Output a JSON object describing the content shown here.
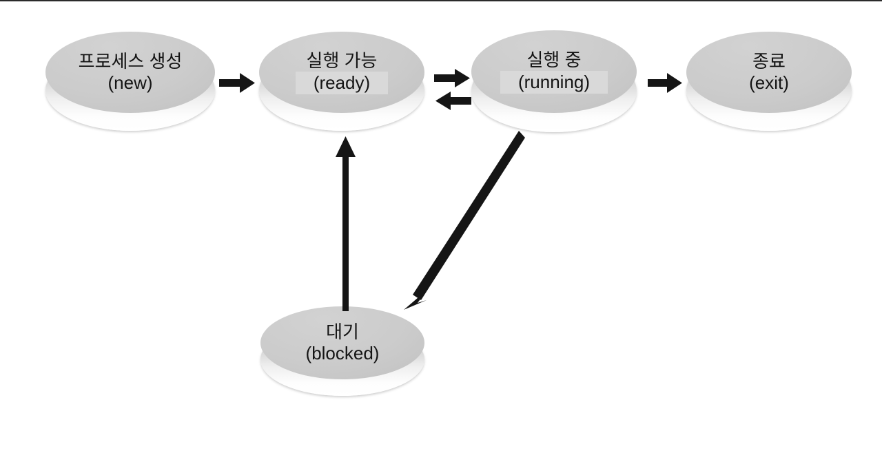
{
  "diagram": {
    "title": "Process state transition diagram",
    "background_color": "#ffffff",
    "node_fill_color": "#c8c8c8",
    "arrow_color": "#151515",
    "highlight_box_color": "#d9d9d9",
    "nodes": [
      {
        "id": "new",
        "name": "process-created",
        "label_ko": "프로세스 생성",
        "label_en": "(new)",
        "highlighted": false
      },
      {
        "id": "ready",
        "name": "ready",
        "label_ko": "실행 가능",
        "label_en": "(ready)",
        "highlighted": true
      },
      {
        "id": "running",
        "name": "running",
        "label_ko": "실행 중",
        "label_en": "(running)",
        "highlighted": true
      },
      {
        "id": "exit",
        "name": "exit",
        "label_ko": "종료",
        "label_en": "(exit)",
        "highlighted": false
      },
      {
        "id": "blocked",
        "name": "blocked",
        "label_ko": "대기",
        "label_en": "(blocked)",
        "highlighted": false
      }
    ],
    "edges": [
      {
        "id": "new-to-ready",
        "from": "new",
        "to": "ready",
        "direction": "right"
      },
      {
        "id": "ready-to-running",
        "from": "ready",
        "to": "running",
        "direction": "right"
      },
      {
        "id": "running-to-ready",
        "from": "running",
        "to": "ready",
        "direction": "left"
      },
      {
        "id": "running-to-exit",
        "from": "running",
        "to": "exit",
        "direction": "right"
      },
      {
        "id": "blocked-to-ready",
        "from": "blocked",
        "to": "ready",
        "direction": "up"
      },
      {
        "id": "running-to-blocked",
        "from": "running",
        "to": "blocked",
        "direction": "down-left"
      }
    ]
  }
}
